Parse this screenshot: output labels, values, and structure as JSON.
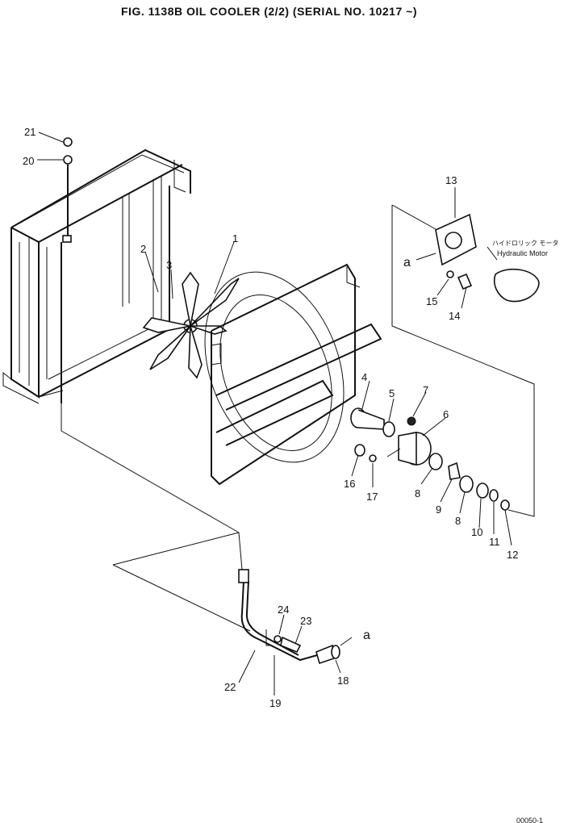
{
  "title": "FIG. 1138B  OIL COOLER (2/2) (SERIAL NO. 10217 ~)",
  "motor_label_jp": "ハイドロリック モータ",
  "motor_label_en": "Hydraulic Motor",
  "reference_letter": "a",
  "drawing_code": "00050-1",
  "callouts": {
    "c1": "1",
    "c2": "2",
    "c3": "3",
    "c4": "4",
    "c5": "5",
    "c6": "6",
    "c7": "7",
    "c8a": "8",
    "c8b": "8",
    "c9": "9",
    "c10": "10",
    "c11": "11",
    "c12": "12",
    "c13": "13",
    "c14": "14",
    "c15": "15",
    "c16": "16",
    "c17": "17",
    "c18": "18",
    "c19": "19",
    "c20": "20",
    "c21": "21",
    "c22": "22",
    "c23": "23",
    "c24": "24"
  }
}
